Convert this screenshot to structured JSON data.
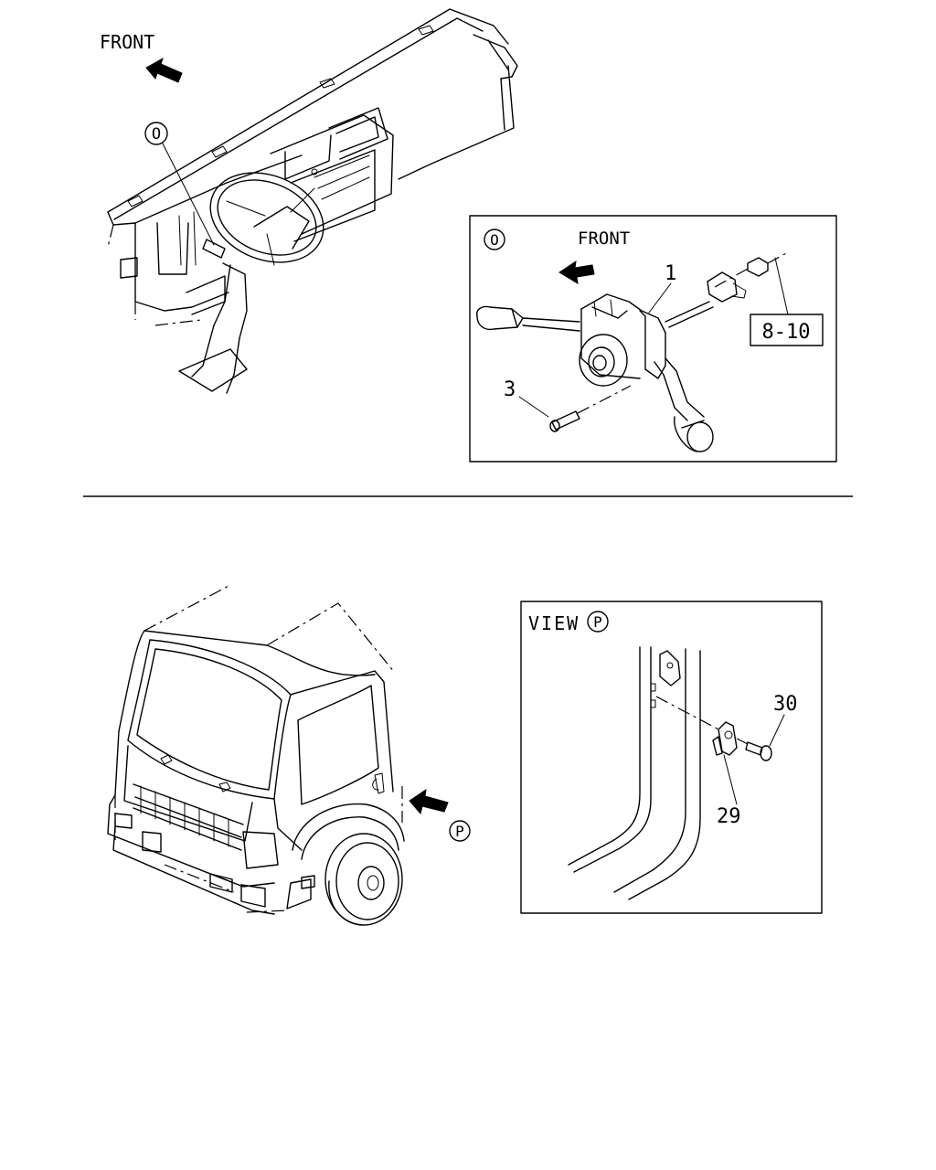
{
  "top_section": {
    "front_label": "FRONT",
    "callout_marker": "O",
    "inset": {
      "marker": "O",
      "front_label": "FRONT",
      "part_1": "1",
      "part_3": "3",
      "ref_box": "8-10"
    }
  },
  "bottom_section": {
    "view_marker": "P",
    "inset": {
      "view_label": "VIEW",
      "view_marker": "P",
      "part_30": "30",
      "part_29": "29"
    }
  }
}
